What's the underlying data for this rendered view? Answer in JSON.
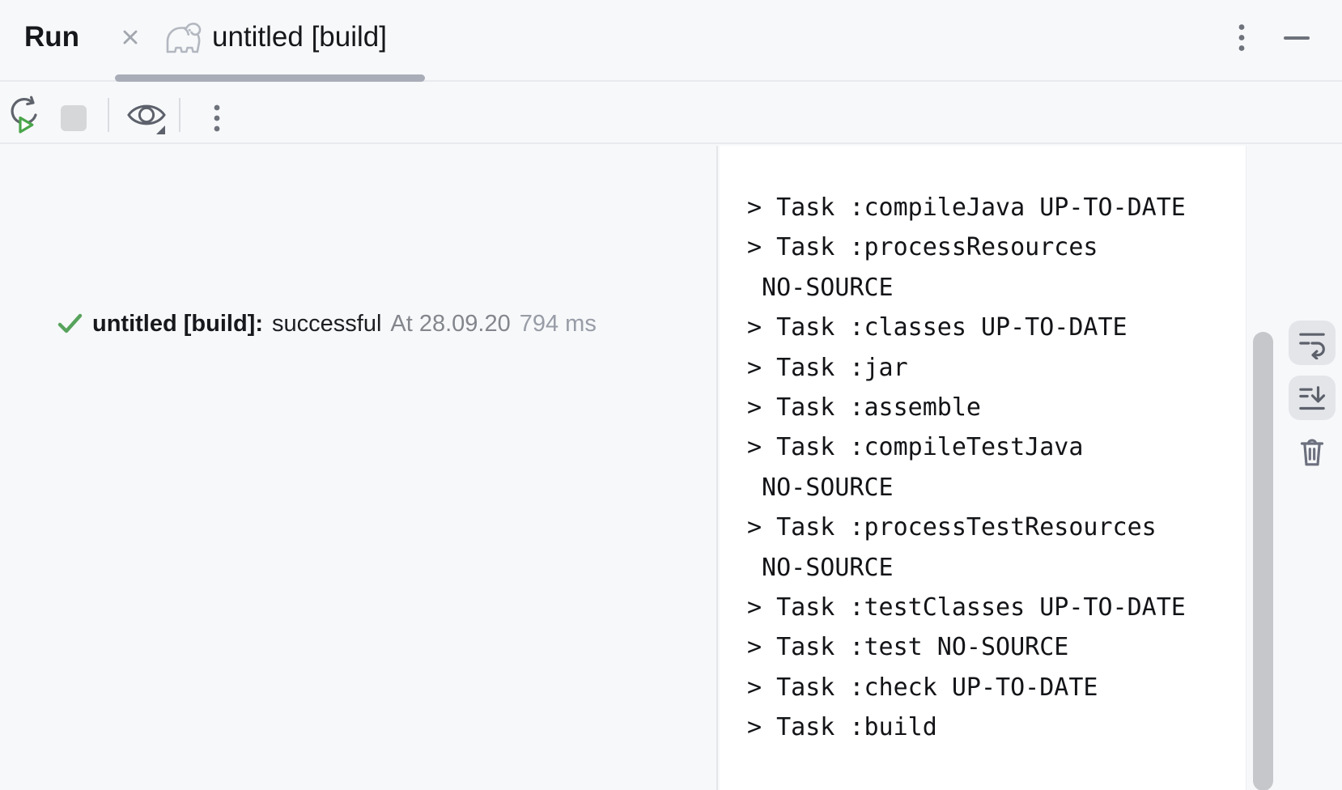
{
  "window": {
    "title": "Run"
  },
  "tab": {
    "label": "untitled [build]",
    "close_icon": "close-icon",
    "type_icon": "gradle-elephant-icon"
  },
  "window_controls": {
    "more_icon": "kebab-menu-icon",
    "hide_icon": "minimize-icon"
  },
  "toolbar": {
    "rerun_icon": "rerun-icon",
    "stop_icon": "stop-icon",
    "filter_icon": "eye-dropdown-icon",
    "more_icon": "kebab-menu-icon"
  },
  "tree": {
    "result_icon": "success-check-icon",
    "title": "untitled [build]:",
    "status": "successful",
    "timestamp": "At 28.09.20",
    "duration": "794 ms"
  },
  "console": {
    "lines": [
      "> Task :compileJava UP-TO-DATE",
      "> Task :processResources",
      " NO-SOURCE",
      "> Task :classes UP-TO-DATE",
      "> Task :jar",
      "> Task :assemble",
      "> Task :compileTestJava",
      " NO-SOURCE",
      "> Task :processTestResources",
      " NO-SOURCE",
      "> Task :testClasses UP-TO-DATE",
      "> Task :test NO-SOURCE",
      "> Task :check UP-TO-DATE",
      "> Task :build"
    ]
  },
  "right_toolbar": {
    "soft_wrap_icon": "soft-wrap-icon",
    "scroll_to_end_icon": "scroll-to-end-icon",
    "clear_icon": "trash-icon"
  },
  "colors": {
    "panel_bg": "#f7f8fa",
    "console_bg": "#ffffff",
    "border": "#e9eaee",
    "tab_underline": "#a9adb7",
    "success_green": "#57a35c",
    "run_green": "#4aa54a",
    "icon_gray": "#5d616b",
    "icon_light_gray": "#b3b7c0",
    "scrollbar_thumb": "#c6c7ca",
    "text_primary": "#16171a",
    "text_muted": "#83868c",
    "text_faint": "#989ca6"
  }
}
